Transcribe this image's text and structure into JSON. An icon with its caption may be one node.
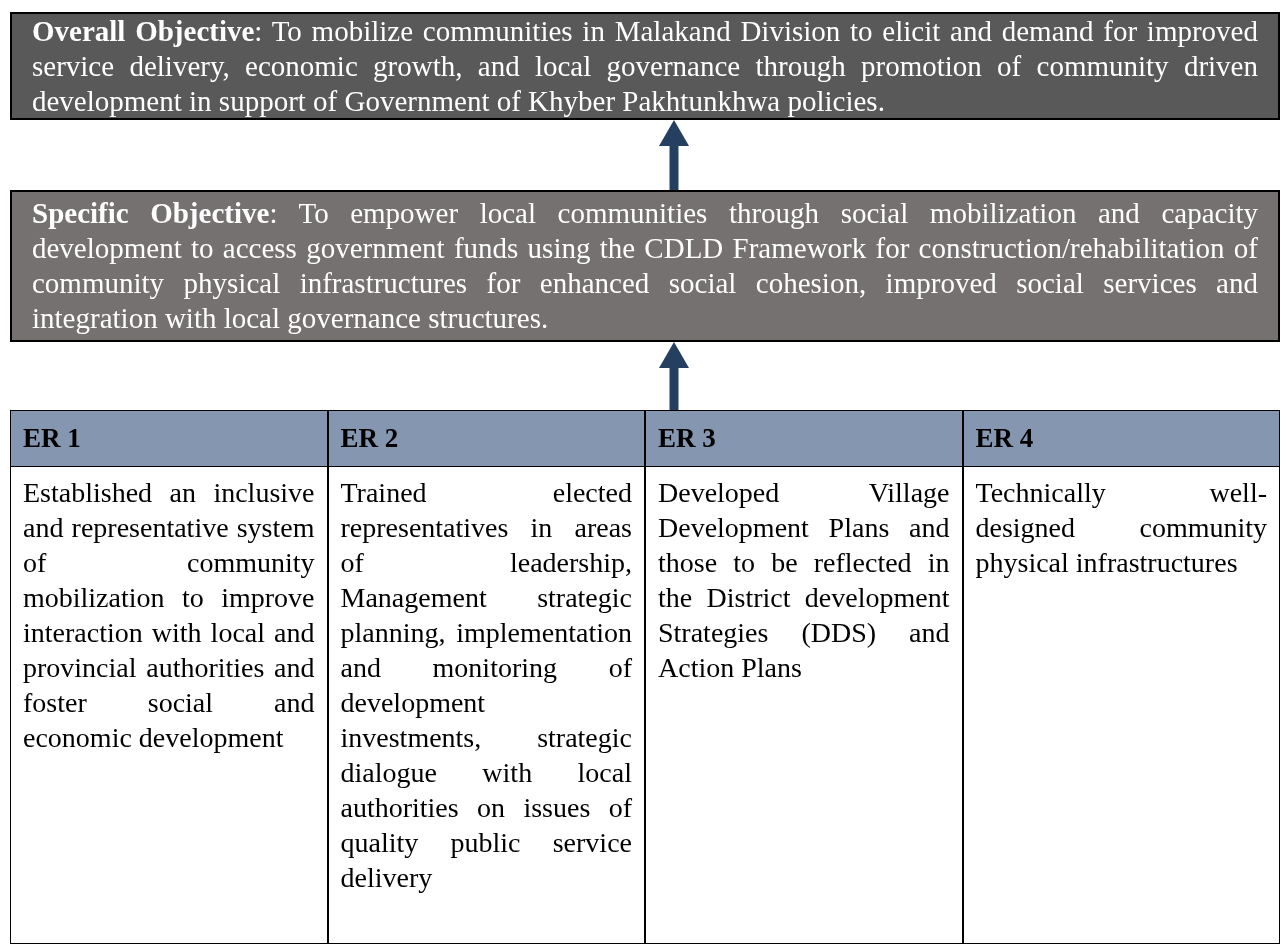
{
  "diagram": {
    "nodes": [
      {
        "text": [
          "**Overall Objective**: To mobilize communities in Malakand Division to elicit and demand for improved service delivery, economic growth, and local governance through promotion of community driven development in support of Government of Khyber Pakhtunkhwa policies."
        ]
      },
      {
        "text": [
          "**Specific Objective**: To empower local communities through social mobilization and capacity development to access government funds using the CDLD Framework for construction/rehabilitation of community physical infrastructures for enhanced social cohesion, improved social services and integration with local governance structures."
        ]
      },
      {
        "text": [
          "ER 1",
          "Established an inclusive and representative system of community mobilization to improve interaction with local and provincial authorities and foster social and economic development"
        ]
      },
      {
        "text": [
          "ER 2",
          "Trained elected representatives in areas of leadership, Management strategic planning, implementation and monitoring of development investments, strategic dialogue with local authorities on issues of quality public service delivery"
        ]
      },
      {
        "text": [
          "ER 3",
          "Developed Village Development Plans and those to be reflected in the District development Strategies (DDS) and Action Plans"
        ]
      },
      {
        "text": [
          "ER 4",
          "Technically well-designed community physical infrastructures"
        ]
      }
    ],
    "edges": [
      {
        "from": 1,
        "to": 0,
        "arrow": "to"
      },
      {
        "from": 4,
        "to": 1,
        "arrow": "to"
      }
    ]
  }
}
